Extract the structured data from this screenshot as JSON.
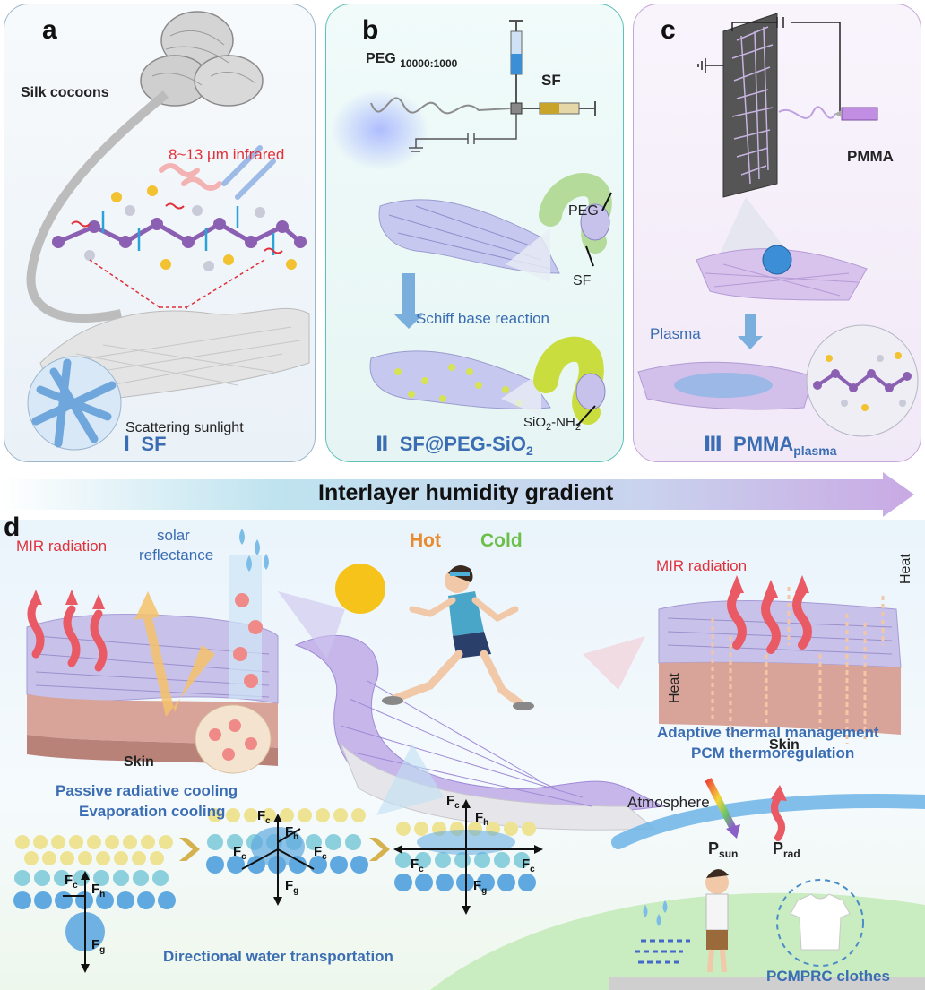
{
  "panels": {
    "a": {
      "label": "a",
      "silk_cocoons": "Silk cocoons",
      "infrared": "8~13 μm infrared",
      "scattering": "Scattering sunlight",
      "caption_roman": "Ⅰ",
      "caption_text": "SF"
    },
    "b": {
      "label": "b",
      "peg_main": "PEG",
      "peg_sub": "10000:1000",
      "sf": "SF",
      "peg_arrow": "PEG",
      "sf_arrow": "SF",
      "schiff": "Schiff base reaction",
      "sio2_main": "SiO",
      "sio2_sub": "2",
      "sio2_rest": "-NH",
      "sio2_sub2": "2",
      "caption_roman": "Ⅱ",
      "caption_text": "SF@PEG-SiO",
      "caption_sub": "2"
    },
    "c": {
      "label": "c",
      "pmma": "PMMA",
      "plasma": "Plasma",
      "caption_roman": "Ⅲ",
      "caption_text": "PMMA",
      "caption_sub": "plasma"
    }
  },
  "gradient": {
    "label": "Interlayer humidity gradient"
  },
  "d": {
    "label": "d",
    "mir_left": "MIR radiation",
    "solar_1": "solar",
    "solar_2": "reflectance",
    "skin_left": "Skin",
    "hot": "Hot",
    "cold": "Cold",
    "cooling_1": "Passive radiative cooling",
    "cooling_2": "Evaporation cooling",
    "mir_right": "MIR radiation",
    "heat_top": "Heat",
    "heat_left": "Heat",
    "skin_right": "Skin",
    "adaptive_1": "Adaptive thermal management",
    "adaptive_2": "PCM thermoregulation",
    "atmosphere": "Atmosphere",
    "p_sun": "P",
    "p_sun_sub": "sun",
    "p_rad": "P",
    "p_rad_sub": "rad",
    "pcmprc": "PCMPRC clothes",
    "directional": "Directional water transportation",
    "force_f": "F",
    "fc": "c",
    "fh": "h",
    "fg": "g"
  },
  "colors": {
    "caption_blue": "#3b6db3",
    "mir_red": "#e0303a",
    "hot": "#e88a2e",
    "cold": "#6cbf4a",
    "panel_a_border": "#9db6c9",
    "panel_b_border": "#5fc1b8",
    "panel_c_border": "#c5a6d8"
  }
}
